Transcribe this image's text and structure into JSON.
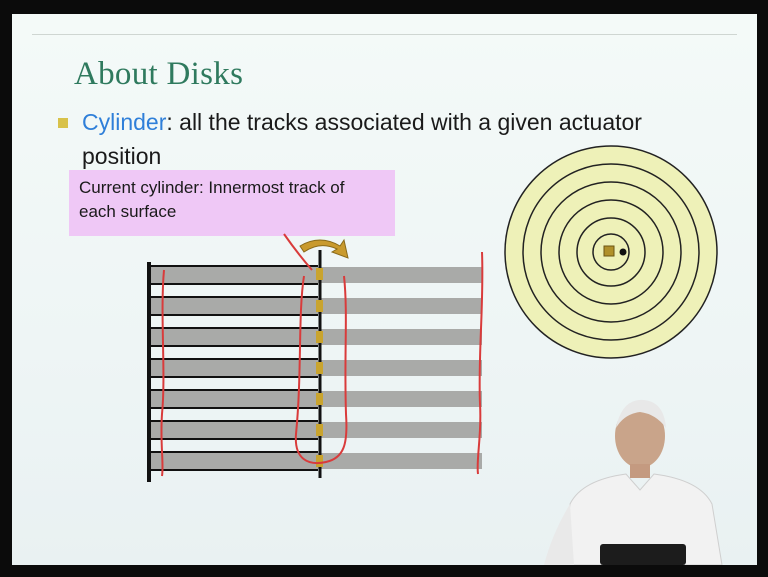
{
  "slide": {
    "title": "About Disks",
    "bullet": {
      "term": "Cylinder",
      "text": ": all the tracks associated with a given actuator position"
    },
    "callout": "Current cylinder: Innermost track of each surface"
  },
  "colors": {
    "title": "#2f7a5e",
    "term": "#2f7fd9",
    "bullet_marker": "#d8c24a",
    "callout_bg": "#efc8f6",
    "platter": "#a9aaa8",
    "platter_face": "#eef1b8",
    "annotation_red": "#d93b3b",
    "actuator_arrow": "#c99a2e"
  },
  "diagram": {
    "platter_count": 7,
    "track_rings": 5,
    "icons": [
      "actuator-arrow-icon",
      "disk-spindle-icon",
      "head-marker-icon"
    ]
  }
}
